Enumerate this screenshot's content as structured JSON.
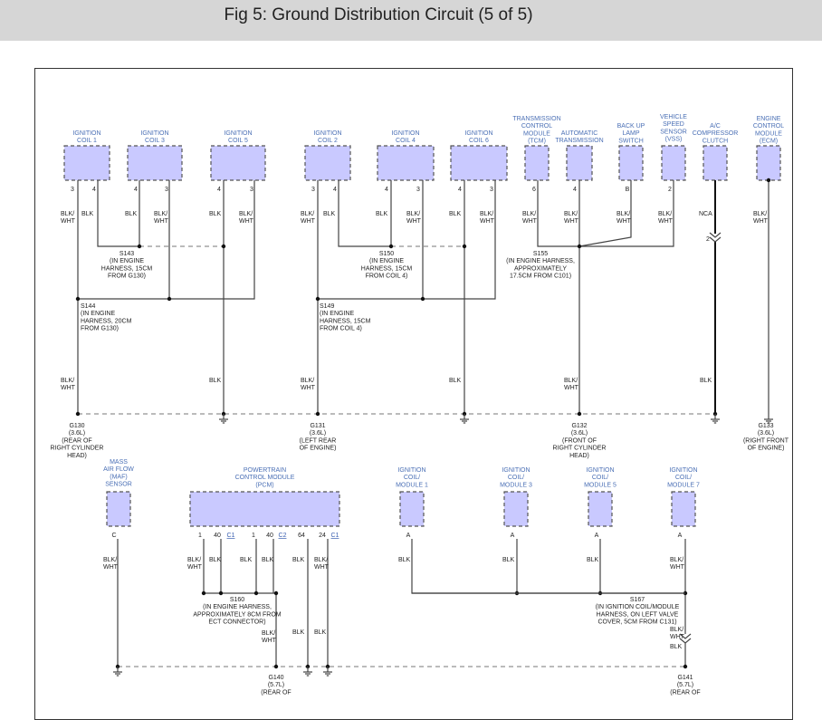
{
  "title": "Fig 5: Ground Distribution Circuit (5 of 5)",
  "components": [
    {
      "lines": [
        "IGNITION",
        "COIL 1"
      ],
      "pins": [
        "3",
        "4"
      ]
    },
    {
      "lines": [
        "IGNITION",
        "COIL 3"
      ],
      "pins": [
        "4",
        "3"
      ]
    },
    {
      "lines": [
        "IGNITION",
        "COIL 5"
      ],
      "pins": [
        "4",
        "3"
      ]
    },
    {
      "lines": [
        "IGNITION",
        "COIL 2"
      ],
      "pins": [
        "3",
        "4"
      ]
    },
    {
      "lines": [
        "IGNITION",
        "COIL 4"
      ],
      "pins": [
        "4",
        "3"
      ]
    },
    {
      "lines": [
        "IGNITION",
        "COIL 6"
      ],
      "pins": [
        "4",
        "3"
      ]
    },
    {
      "lines": [
        "TRANSMISSION",
        "CONTROL",
        "MODULE",
        "(TCM)"
      ],
      "pins": [
        "6"
      ]
    },
    {
      "lines": [
        "AUTOMATIC",
        "TRANSMISSION"
      ],
      "pins": [
        "4"
      ]
    },
    {
      "lines": [
        "BACK UP",
        "LAMP",
        "SWITCH"
      ],
      "pins": [
        "B"
      ]
    },
    {
      "lines": [
        "VEHICLE",
        "SPEED",
        "SENSOR",
        "(VSS)"
      ],
      "pins": [
        "2"
      ]
    },
    {
      "lines": [
        "A/C",
        "COMPRESSOR",
        "CLUTCH"
      ],
      "pins": []
    },
    {
      "lines": [
        "ENGINE",
        "CONTROL",
        "MODULE",
        "(ECM)"
      ],
      "pins": []
    },
    {
      "lines": [
        "MASS",
        "AIR FLOW",
        "(MAF)",
        "SENSOR"
      ],
      "pins": [
        "C"
      ]
    },
    {
      "lines": [
        "POWERTRAIN",
        "CONTROL MODULE",
        "(PCM)"
      ],
      "pins": [
        "1",
        "40",
        "1",
        "40",
        "64",
        "24"
      ],
      "connectors": [
        "C1",
        "C2",
        "C1"
      ]
    },
    {
      "lines": [
        "IGNITION",
        "COIL/",
        "MODULE 1"
      ],
      "pins": [
        "A"
      ]
    },
    {
      "lines": [
        "IGNITION",
        "COIL/",
        "MODULE 3"
      ],
      "pins": [
        "A"
      ]
    },
    {
      "lines": [
        "IGNITION",
        "COIL/",
        "MODULE 5"
      ],
      "pins": [
        "A"
      ]
    },
    {
      "lines": [
        "IGNITION",
        "COIL/",
        "MODULE 7"
      ],
      "pins": [
        "A"
      ]
    }
  ],
  "wire_colors": [
    {
      "lines": [
        "BLK/",
        "WHT"
      ]
    },
    {
      "lines": [
        "BLK"
      ]
    },
    {
      "lines": [
        "BLK"
      ]
    },
    {
      "lines": [
        "BLK/",
        "WHT"
      ]
    },
    {
      "lines": [
        "BLK"
      ]
    },
    {
      "lines": [
        "BLK/",
        "WHT"
      ]
    },
    {
      "lines": [
        "BLK/",
        "WHT"
      ]
    },
    {
      "lines": [
        "BLK"
      ]
    },
    {
      "lines": [
        "BLK"
      ]
    },
    {
      "lines": [
        "BLK/",
        "WHT"
      ]
    },
    {
      "lines": [
        "BLK"
      ]
    },
    {
      "lines": [
        "BLK/",
        "WHT"
      ]
    },
    {
      "lines": [
        "BLK/",
        "WHT"
      ]
    },
    {
      "lines": [
        "BLK/",
        "WHT"
      ]
    },
    {
      "lines": [
        "BLK/",
        "WHT"
      ]
    },
    {
      "lines": [
        "BLK/",
        "WHT"
      ]
    },
    {
      "lines": [
        "NCA"
      ]
    },
    {
      "lines": [
        "BLK/",
        "WHT"
      ]
    },
    {
      "lines": [
        "BLK/",
        "WHT"
      ]
    },
    {
      "lines": [
        "BLK"
      ]
    },
    {
      "lines": [
        "BLK/",
        "WHT"
      ]
    },
    {
      "lines": [
        "BLK"
      ]
    },
    {
      "lines": [
        "BLK/",
        "WHT"
      ]
    },
    {
      "lines": [
        "BLK"
      ]
    },
    {
      "lines": [
        "BLK/",
        "WHT"
      ]
    },
    {
      "lines": [
        "BLK/",
        "WHT"
      ]
    },
    {
      "lines": [
        "BLK"
      ]
    },
    {
      "lines": [
        "BLK"
      ]
    },
    {
      "lines": [
        "BLK"
      ]
    },
    {
      "lines": [
        "BLK"
      ]
    },
    {
      "lines": [
        "BLK/",
        "WHT"
      ]
    },
    {
      "lines": [
        "BLK/",
        "WHT"
      ]
    },
    {
      "lines": [
        "BLK"
      ]
    },
    {
      "lines": [
        "BLK"
      ]
    },
    {
      "lines": [
        "BLK"
      ]
    },
    {
      "lines": [
        "BLK"
      ]
    },
    {
      "lines": [
        "BLK"
      ]
    },
    {
      "lines": [
        "BLK/",
        "WHT"
      ]
    },
    {
      "lines": [
        "BLK/",
        "WHT"
      ]
    },
    {
      "lines": [
        "BLK"
      ]
    },
    {
      "lines": [
        "BLK/",
        "WHT"
      ]
    }
  ],
  "splices": [
    {
      "lines": [
        "S143",
        "(IN ENGINE",
        "HARNESS, 15CM",
        "FROM G130)"
      ]
    },
    {
      "lines": [
        "S144",
        "(IN ENGINE",
        "HARNESS, 20CM",
        "FROM G130)"
      ]
    },
    {
      "lines": [
        "S150",
        "(IN ENGINE",
        "HARNESS, 15CM",
        "FROM COIL 4)"
      ]
    },
    {
      "lines": [
        "S149",
        "(IN ENGINE",
        "HARNESS, 15CM",
        "FROM COIL 4)"
      ]
    },
    {
      "lines": [
        "S155",
        "(IN ENGINE HARNESS,",
        "APPROXIMATELY",
        "17.5CM FROM C101)"
      ]
    },
    {
      "lines": [
        "S160",
        "(IN ENGINE HARNESS,",
        "APPROXIMATELY 8CM FROM",
        "ECT CONNECTOR)"
      ]
    },
    {
      "lines": [
        "S167",
        "(IN IGNITION COIL/MODULE",
        "HARNESS, ON LEFT VALVE",
        "COVER, 5CM FROM C131)"
      ]
    }
  ],
  "grounds": [
    {
      "lines": [
        "G130",
        "(3.6L)",
        "(REAR OF",
        "RIGHT CYLINDER",
        "HEAD)"
      ]
    },
    {
      "lines": [
        "G131",
        "(3.6L)",
        "(LEFT REAR",
        "OF ENGINE)"
      ]
    },
    {
      "lines": [
        "G132",
        "(3.6L)",
        "(FRONT OF",
        "RIGHT CYLINDER",
        "HEAD)"
      ]
    },
    {
      "lines": [
        "G133",
        "(3.6L)",
        "(RIGHT FRONT",
        "OF ENGINE)"
      ]
    },
    {
      "lines": [
        "G140",
        "(5.7L)",
        "(REAR OF"
      ]
    },
    {
      "lines": [
        "G141",
        "(5.7L)",
        "(REAR OF"
      ]
    }
  ],
  "inline_connector_pin": "2"
}
